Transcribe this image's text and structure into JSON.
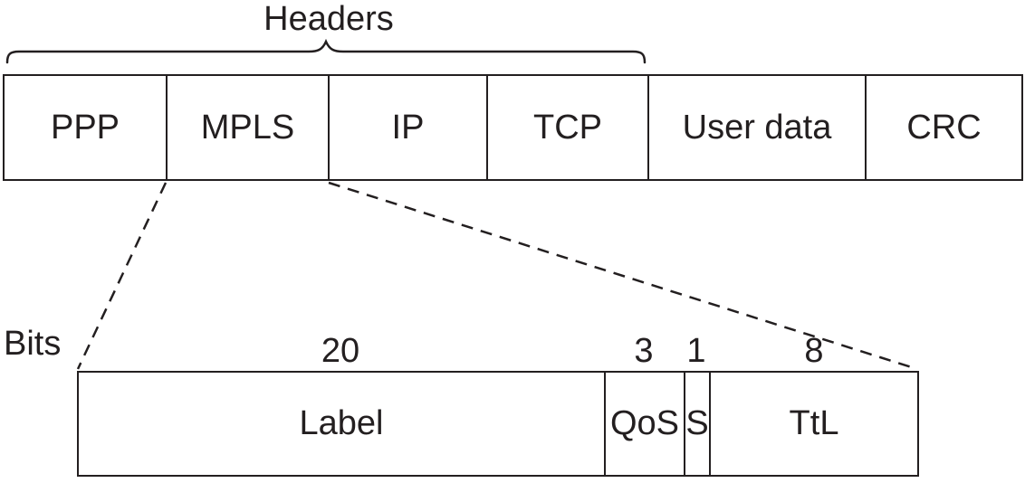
{
  "colors": {
    "ink": "#231f20",
    "background": "#ffffff"
  },
  "headers_brace_label": "Headers",
  "bits_label": "Bits",
  "packet": {
    "fields": [
      {
        "label": "PPP"
      },
      {
        "label": "MPLS"
      },
      {
        "label": "IP"
      },
      {
        "label": "TCP"
      },
      {
        "label": "User data"
      },
      {
        "label": "CRC"
      }
    ]
  },
  "mpls_header": {
    "fields": [
      {
        "bits": "20",
        "label": "Label"
      },
      {
        "bits": "3",
        "label": "QoS"
      },
      {
        "bits": "1",
        "label": "S"
      },
      {
        "bits": "8",
        "label": "TtL"
      }
    ]
  }
}
